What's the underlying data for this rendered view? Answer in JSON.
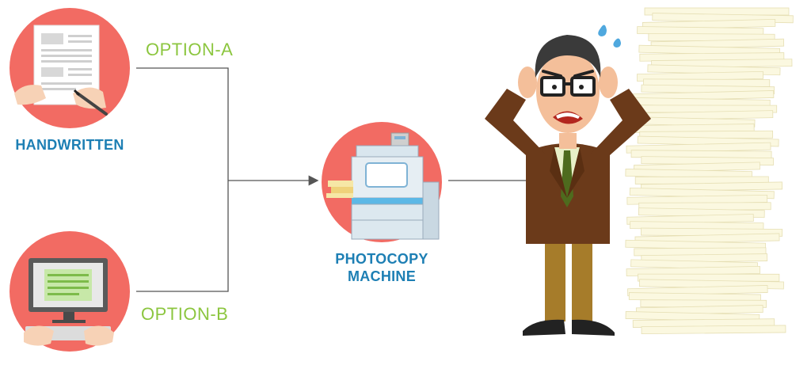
{
  "labels": {
    "option_a": "OPTION-A",
    "option_b": "OPTION-B",
    "handwritten": "HANDWRITTEN",
    "photocopy_line1": "PHOTOCOPY",
    "photocopy_line2": "MACHINE"
  },
  "icons": {
    "handwritten": "handwritten-document-icon",
    "computer": "computer-typing-icon",
    "photocopier": "photocopy-machine-icon",
    "person": "stressed-man-icon",
    "papers": "paper-stack-icon"
  },
  "colors": {
    "circle": "#f26b63",
    "option_text": "#8cc63f",
    "caption_text": "#1d7fb4",
    "line": "#555555",
    "paper": "#fbf8e0"
  }
}
